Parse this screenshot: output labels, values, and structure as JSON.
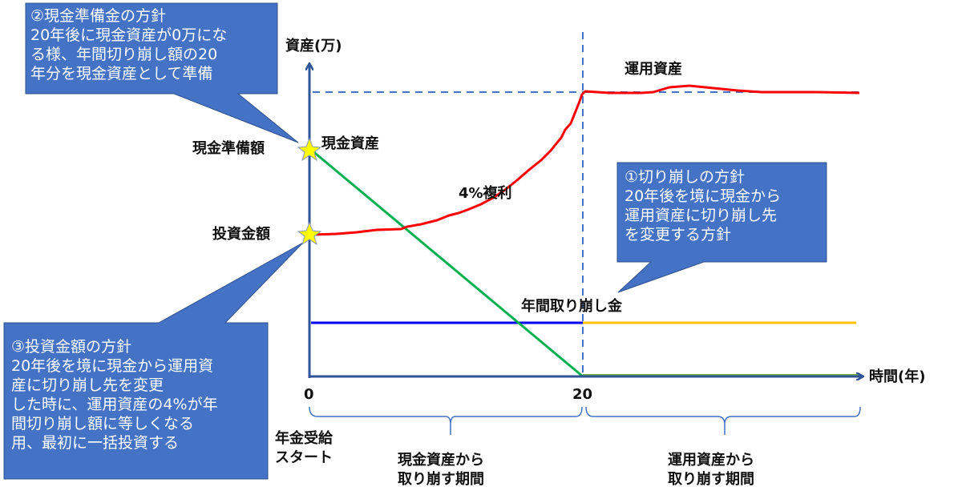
{
  "colors": {
    "callout_fill": "#4472C4",
    "callout_border": "#2F528F",
    "axis": "#2F5597",
    "dashed": "#4472C4",
    "operating_asset_line": "#FF0000",
    "cash_asset_line": "#00B050",
    "annual_withdrawal_before_20": "#0000FF",
    "annual_withdrawal_after_20": "#FFC000",
    "after20_zero_line": "#70AD47",
    "star_fill": "#FFFF00",
    "star_stroke": "#8497B0",
    "brace": "#4472C4"
  },
  "axes": {
    "y_label": "資産(万)",
    "x_label": "時間(年)",
    "x_ticks": [
      "0",
      "20"
    ]
  },
  "labels": {
    "cash_reserve_amount": "現金準備額",
    "investment_amount": "投資金額",
    "cash_asset": "現金資産",
    "compound_interest": "4%複利",
    "operating_asset": "運用資産",
    "annual_withdrawal": "年間取り崩し金",
    "pension_start": "年金受給\nスタート",
    "period_cash": "現金資産から\n取り崩す期間",
    "period_operating": "運用資産から\n取り崩す期間"
  },
  "callouts": [
    {
      "id": "policy-1",
      "title": "①切り崩しの方針",
      "body": "①切り崩しの方針\n20年後を境に現金から\n運用資産に切り崩し先\nを変更する方針"
    },
    {
      "id": "policy-2",
      "title": "②現金準備金の方針",
      "body": "②現金準備金の方針\n20年後に現金資産が0万にな\nる様、年間切り崩し額の20\n年分を現金資産として準備"
    },
    {
      "id": "policy-3",
      "title": "③投資金額の方針",
      "body": "③投資金額の方針\n20年後を境に現金から運用資\n産に切り崩し先を変更\nした時に、運用資産の4%が年\n間切り崩し額に等しくなる\n用、最初に一括投資する"
    }
  ],
  "chart_data": {
    "type": "line",
    "title": "",
    "xlabel": "時間(年)",
    "ylabel": "資産(万)",
    "x_ticks": [
      0,
      20
    ],
    "series": [
      {
        "name": "運用資産 (4%複利)",
        "description": "starts at 投資金額, compounds at 4% until year 20, then stays roughly flat",
        "x": [
          0,
          20,
          40
        ],
        "shape": "exponential then flat"
      },
      {
        "name": "現金資産",
        "description": "starts at 現金準備額, declines linearly to 0 at year 20",
        "x": [
          0,
          20
        ],
        "shape": "linear decreasing to 0"
      },
      {
        "name": "年間取り崩し金",
        "description": "constant annual withdrawal; from cash (blue) before year 20, from operating asset (yellow) after",
        "x": [
          0,
          40
        ],
        "shape": "constant"
      }
    ],
    "annotations": [
      "現金準備額",
      "投資金額",
      "現金資産",
      "4%複利",
      "運用資産",
      "年間取り崩し金",
      "年金受給スタート",
      "現金資産から取り崩す期間",
      "運用資産から取り崩す期間"
    ]
  }
}
